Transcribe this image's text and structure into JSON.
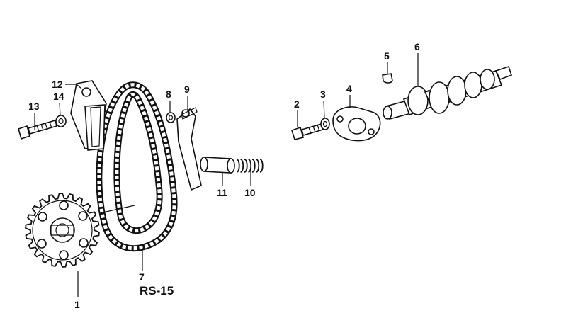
{
  "diagram": {
    "code": "RS-15",
    "callouts": [
      {
        "id": "n1",
        "label": "1"
      },
      {
        "id": "n2",
        "label": "2"
      },
      {
        "id": "n3",
        "label": "3"
      },
      {
        "id": "n4",
        "label": "4"
      },
      {
        "id": "n5",
        "label": "5"
      },
      {
        "id": "n6",
        "label": "6"
      },
      {
        "id": "n7",
        "label": "7"
      },
      {
        "id": "n8",
        "label": "8"
      },
      {
        "id": "n9",
        "label": "9"
      },
      {
        "id": "n10",
        "label": "10"
      },
      {
        "id": "n11",
        "label": "11"
      },
      {
        "id": "n12",
        "label": "12"
      },
      {
        "id": "n13",
        "label": "13"
      },
      {
        "id": "n14",
        "label": "14"
      }
    ]
  }
}
